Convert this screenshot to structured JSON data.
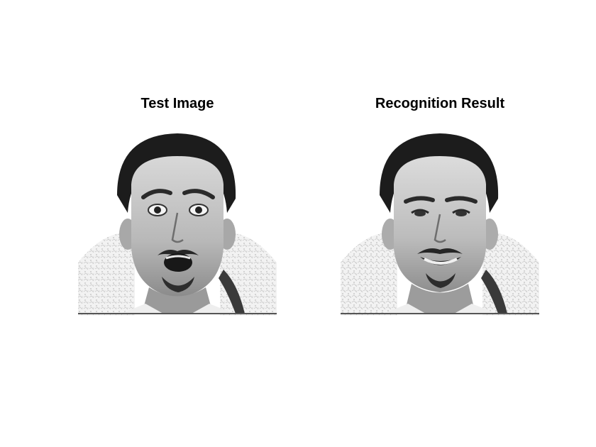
{
  "figure": {
    "panels": [
      {
        "title": "Test Image",
        "image": {
          "subject": "grayscale frontal face photograph",
          "expression": "surprised, wide eyes, open mouth"
        }
      },
      {
        "title": "Recognition Result",
        "image": {
          "subject": "grayscale frontal face photograph",
          "expression": "smiling, teeth showing"
        }
      }
    ]
  },
  "colors": {
    "background": "#ffffff",
    "title": "#000000",
    "baseline": "#555555"
  }
}
